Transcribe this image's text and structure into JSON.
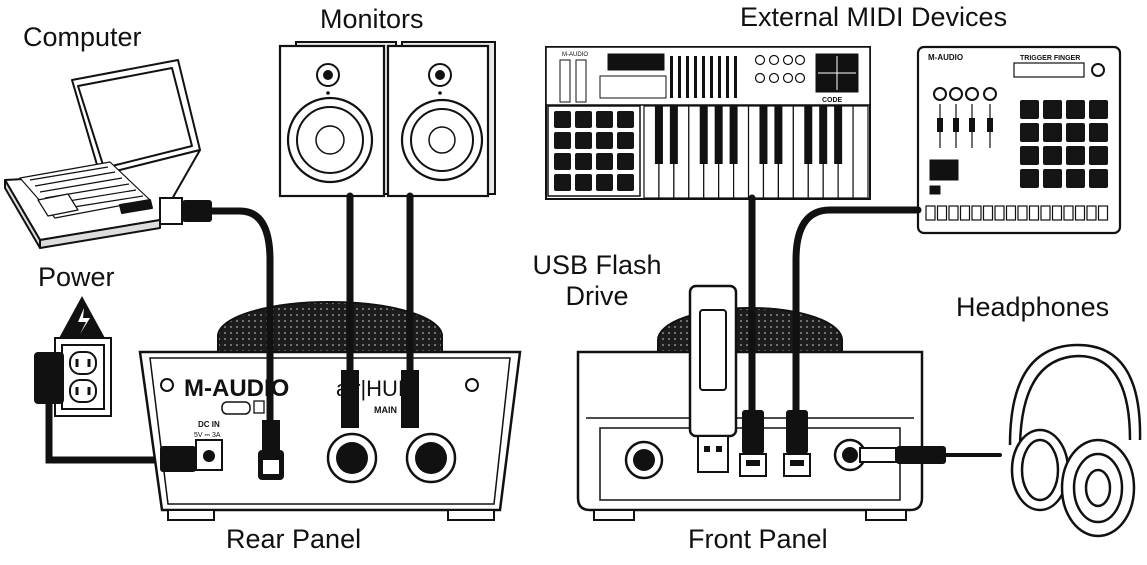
{
  "labels": {
    "computer": "Computer",
    "monitors": "Monitors",
    "external_midi": "External MIDI Devices",
    "power": "Power",
    "usb_flash_line1": "USB Flash",
    "usb_flash_line2": "Drive",
    "headphones": "Headphones",
    "rear_panel": "Rear Panel",
    "front_panel": "Front Panel"
  },
  "rear_panel": {
    "brand": "M-AUDIO",
    "model": "air|HUB",
    "dc_in": "DC IN",
    "dc_rating": "5V ⎓ 3A",
    "main": "MAIN"
  },
  "keyboard": {
    "brand": "M-AUDIO",
    "code_label": "CODE"
  },
  "pad_controller": {
    "brand": "M-AUDIO",
    "name": "TRIGGER FINGER"
  },
  "colors": {
    "line": "#111111",
    "fill": "#ffffff",
    "knob": "#1a1a1a",
    "pad": "#151515"
  }
}
